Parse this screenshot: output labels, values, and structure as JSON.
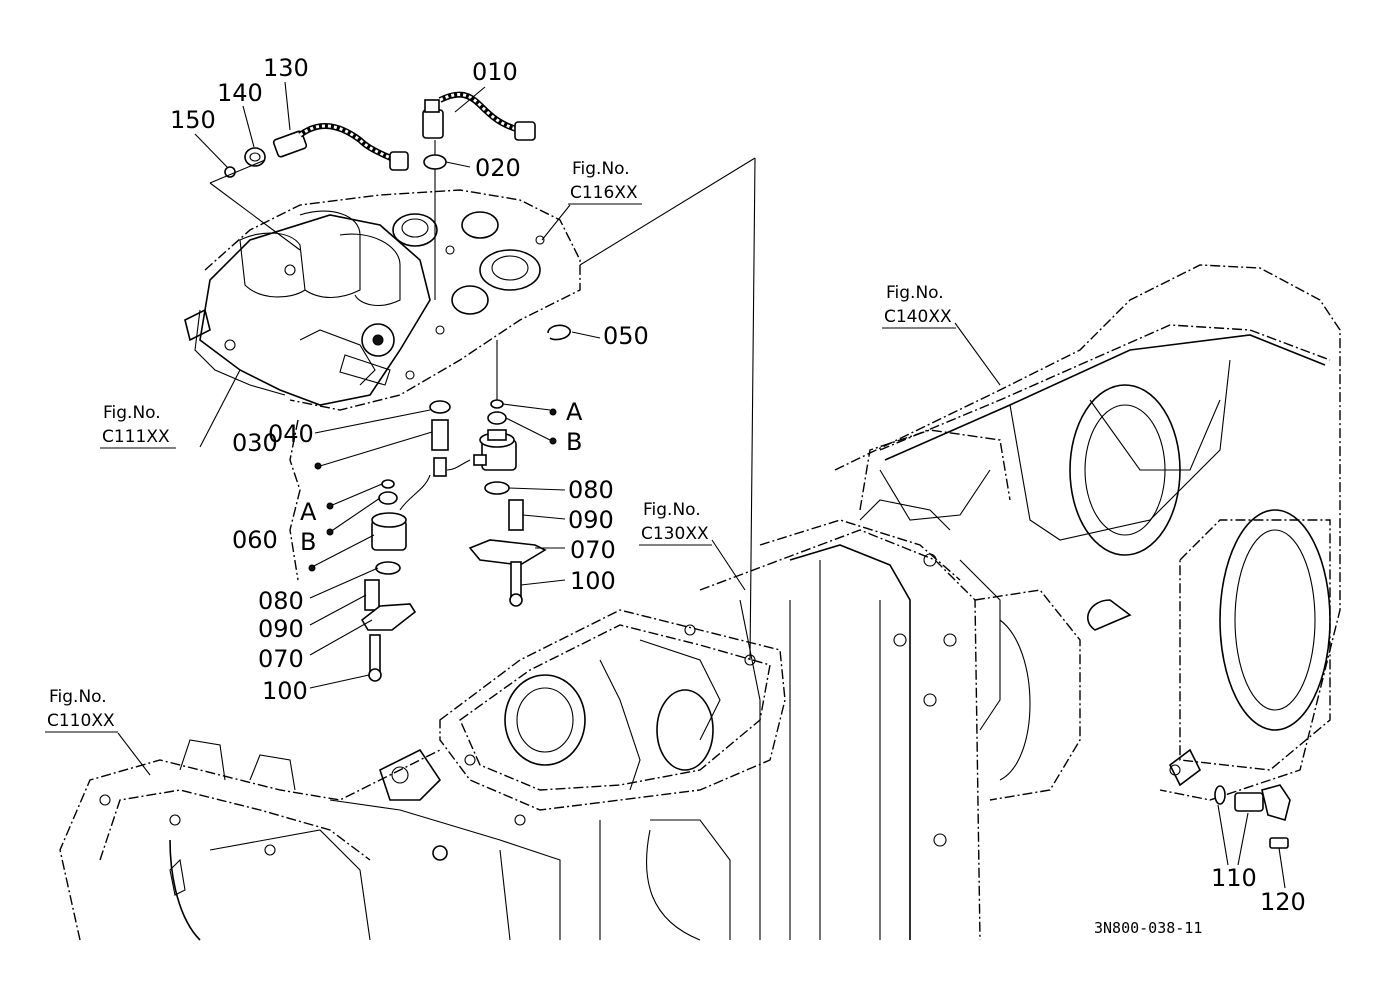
{
  "diagram_code": "3N800-038-11",
  "callouts": {
    "p010": "010",
    "p020": "020",
    "p030": "030",
    "p040": "040",
    "p050": "050",
    "p060": "060",
    "p070a": "070",
    "p070b": "070",
    "p080a": "080",
    "p080b": "080",
    "p090a": "090",
    "p090b": "090",
    "p100a": "100",
    "p100b": "100",
    "p110": "110",
    "p120": "120",
    "p130": "130",
    "p140": "140",
    "p150": "150"
  },
  "markers": {
    "a_right": "A",
    "b_right": "B",
    "a_left": "A",
    "b_left": "B"
  },
  "figure_refs": {
    "c116": {
      "prefix": "Fig.No.",
      "code": "C116XX"
    },
    "c111": {
      "prefix": "Fig.No.",
      "code": "C111XX"
    },
    "c140": {
      "prefix": "Fig.No.",
      "code": "C140XX"
    },
    "c130": {
      "prefix": "Fig.No.",
      "code": "C130XX"
    },
    "c110": {
      "prefix": "Fig.No.",
      "code": "C110XX"
    }
  }
}
